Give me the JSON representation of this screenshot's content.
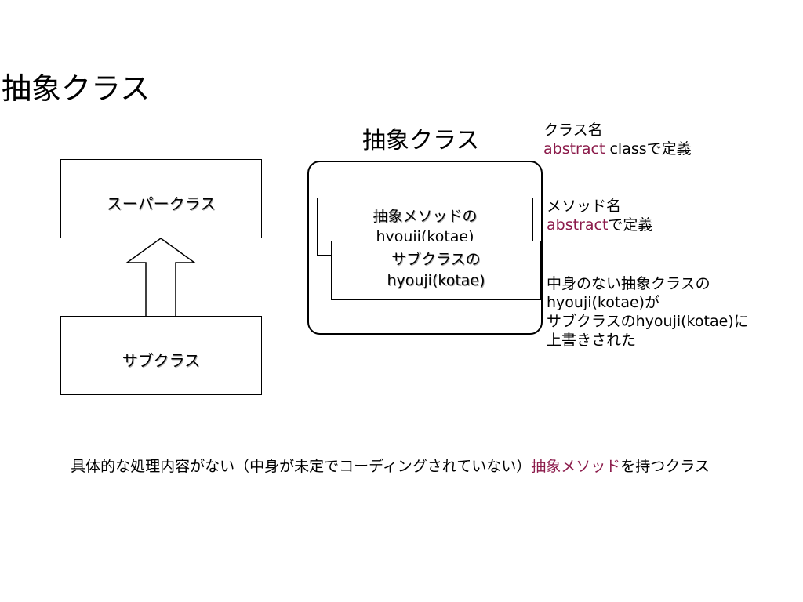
{
  "slide": {
    "title": "抽象クラス"
  },
  "left_diagram": {
    "superclass_label": "スーパークラス",
    "subclass_label": "サブクラス"
  },
  "right_diagram": {
    "title": "抽象クラス",
    "abstract_method_line1": "抽象メソッドの",
    "abstract_method_line2": "hyouji(kotae)",
    "sub_method_line1": "サブクラスの",
    "sub_method_line2": "hyouji(kotae)"
  },
  "notes": {
    "class_name_label": "クラス名",
    "class_keyword": "abstract",
    "class_rest": " classで定義",
    "method_name_label": "メソッド名",
    "method_keyword": "abstract",
    "method_rest": "で定義",
    "override_line1": "中身のない抽象クラスの",
    "override_line2": "hyouji(kotae)が",
    "override_line3": "サブクラスのhyouji(kotae)に",
    "override_line4": "上書きされた"
  },
  "bottom": {
    "text_before": "具体的な処理内容がない（中身が未定でコーディングされていない）",
    "highlight": "抽象メソッド",
    "text_after": "を持つクラス"
  },
  "colors": {
    "accent": "#8b1a4a"
  }
}
